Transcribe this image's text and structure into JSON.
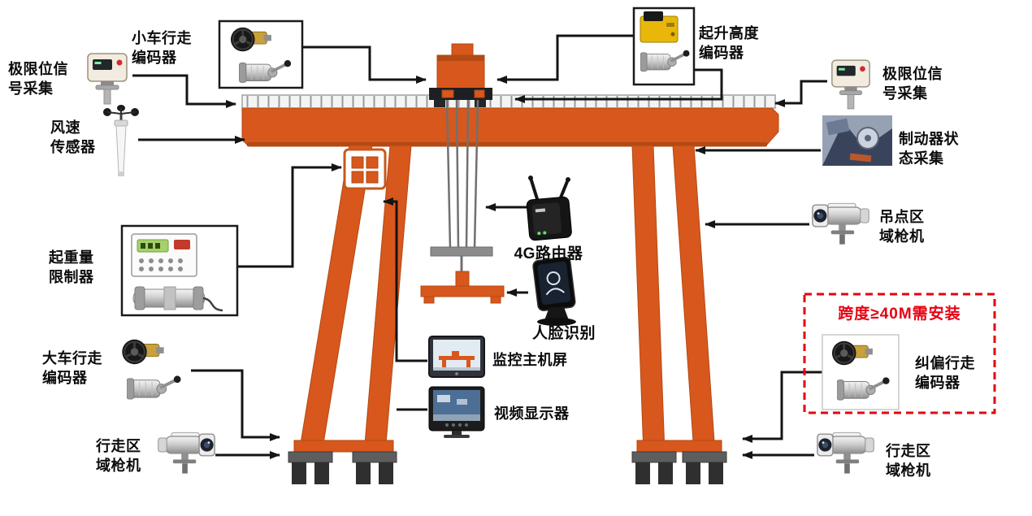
{
  "colors": {
    "crane": "#d8571d",
    "crane_dark": "#b34a13",
    "alert": "#e60012",
    "line": "#141414"
  },
  "labels": {
    "trolley_encoder": "小车行走\n编码器",
    "limit_signal_left": "极限位信\n号采集",
    "wind_sensor": "风速\n传感器",
    "load_limiter": "起重量\n限制器",
    "gantry_encoder": "大车行走\n编码器",
    "travel_camera_left": "行走区\n域枪机",
    "hoist_height_encoder": "起升高度\n编码器",
    "limit_signal_right": "极限位信\n号采集",
    "brake_status": "制动器状\n态采集",
    "hoist_area_camera": "吊点区\n域枪机",
    "router_4g": "4G路由器",
    "face_recognition": "人脸识别",
    "monitor_host": "监控主机屏",
    "video_display": "视频显示器",
    "span_note": "跨度≥40M需安装",
    "deviation_encoder": "纠偏行走\n编码器",
    "travel_camera_right": "行走区\n域枪机"
  }
}
